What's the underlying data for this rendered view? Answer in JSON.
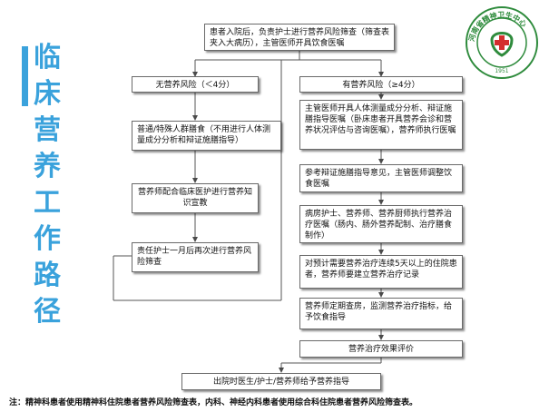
{
  "title": "临床营养工作路径",
  "boxes": {
    "admission": "患者入院后，负责护士进行营养风险筛查（筛查表夹入大病历），主管医师开具饮食医嘱",
    "no_risk": "无营养风险（＜4分）",
    "has_risk": "有营养风险（≥4分）",
    "no_risk_step1": "普通/特殊人群膳食（不用进行人体测量成分分析和辩证施膳指导）",
    "no_risk_step2": "营养师配合临床医护进行营养知识宣教",
    "no_risk_step3": "责任护士一月后再次进行营养风险筛查",
    "risk_step1": "主管医师开具人体测量成分分析、辩证施膳指导医嘱（卧床患者开具营养会诊和营养状况评估与咨询医嘱），营养师执行医嘱",
    "risk_step2": "参考辩证施膳指导意见，主管医师调整饮食医嘱",
    "risk_step3": "病房护士、营养师、营养厨师执行营养治疗医嘱（肠内、肠外营养配制、治疗膳食制作）",
    "risk_step4": "对预计需要营养治疗连续5天以上的住院患者，营养师要建立营养治疗记录",
    "risk_step5": "营养师定期查房，监测营养治疗指标，给予饮食指导",
    "risk_step6": "营养治疗效果评价",
    "discharge": "出院时医生/护士/营养师给予营养指导"
  },
  "note": "注：精神科患者使用精神科住院患者营养风险筛查表，内科、神经内科患者使用综合科住院患者营养风险筛查表。",
  "logo": {
    "ring_text": "河南省精神卫生中心",
    "year": "1951",
    "color": "#2e8b3c",
    "accent": "#d42d2d"
  },
  "colors": {
    "accent": "#3aa2dc",
    "title": "#3aa2dc"
  }
}
